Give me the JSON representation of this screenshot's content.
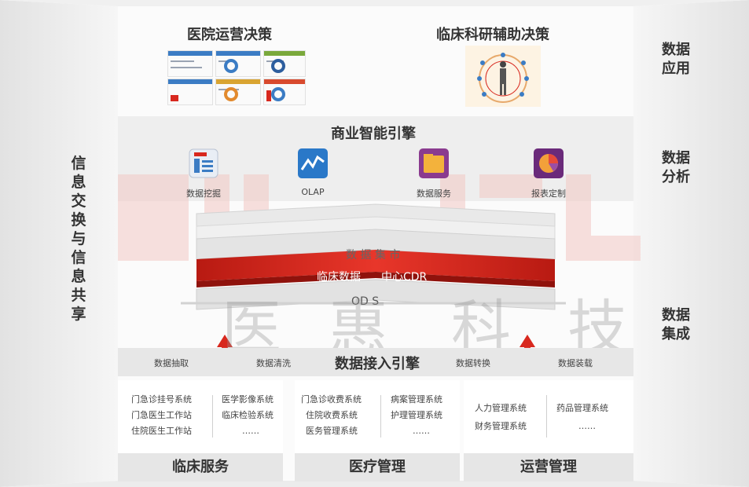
{
  "side": {
    "left_label": [
      "信",
      "息",
      "交",
      "换",
      "与",
      "信",
      "息",
      "共",
      "享"
    ],
    "apply": "数据\n应用",
    "analyze": "数据\n分析",
    "integrate": "数据\n集成"
  },
  "apps": {
    "left_title": "医院运营决策",
    "right_title": "临床科研辅助决策"
  },
  "bi": {
    "title": "商业智能引擎",
    "items": [
      {
        "label": "数据挖掘",
        "icon": "report-list-icon"
      },
      {
        "label": "OLAP",
        "icon": "line-chart-icon"
      },
      {
        "label": "数据服务",
        "icon": "folder-icon"
      },
      {
        "label": "报表定制",
        "icon": "pie-chart-icon"
      }
    ]
  },
  "layers": {
    "mart": "数 据  集 市",
    "cdr_a": "临床数据",
    "cdr_b": "中心CDR",
    "ods": "OD  S"
  },
  "watermark": {
    "chars": [
      "医",
      "惠",
      "科",
      "技"
    ]
  },
  "engine": {
    "title": "数据接入引擎",
    "steps": [
      "数据抽取",
      "数据清洗",
      "数据转换",
      "数据装载"
    ]
  },
  "systems": {
    "clinical_a": [
      "门急诊挂号系统",
      "门急医生工作站",
      "住院医生工作站"
    ],
    "clinical_b": [
      "医学影像系统",
      "临床检验系统",
      "……"
    ],
    "medical_a": [
      "门急诊收费系统",
      "住院收费系统",
      "医务管理系统"
    ],
    "medical_b": [
      "病案管理系统",
      "护理管理系统",
      "……"
    ],
    "ops_a": [
      "人力管理系统",
      "财务管理系统"
    ],
    "ops_b": [
      "药品管理系统",
      "……"
    ]
  },
  "categories": [
    "临床服务",
    "医疗管理",
    "运营管理"
  ],
  "colors": {
    "accent_red": "#d8281e",
    "grey_band": "#e6e6e6"
  }
}
